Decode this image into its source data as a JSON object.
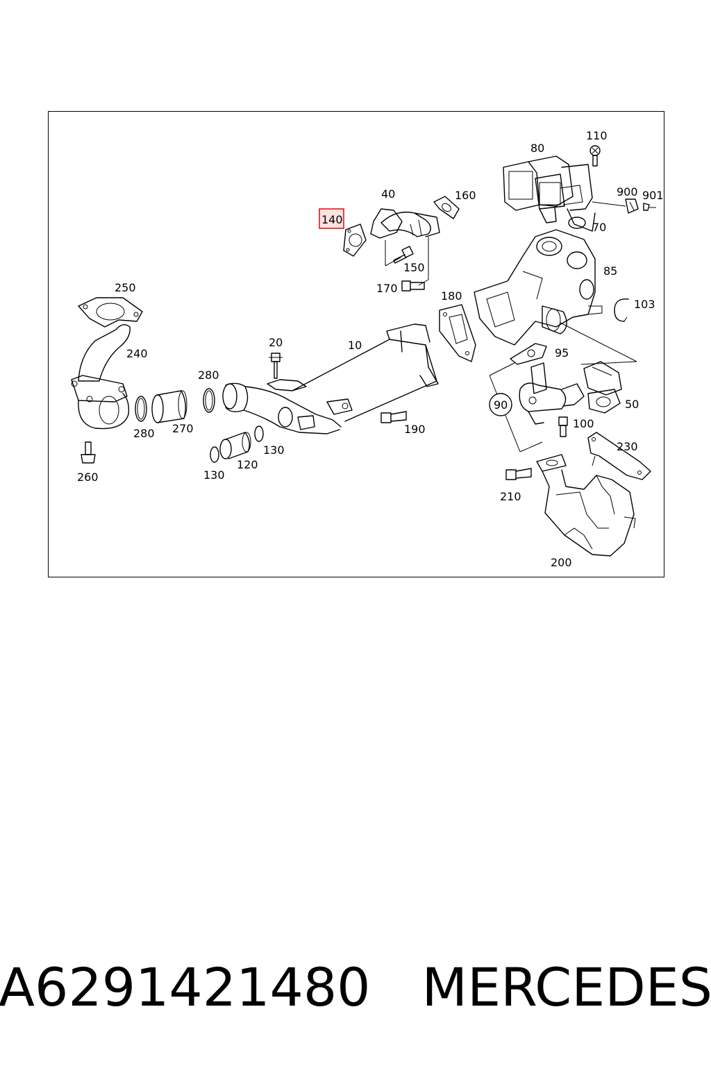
{
  "diagram": {
    "highlighted_part": "140",
    "labels": {
      "p10": "10",
      "p20": "20",
      "p40": "40",
      "p50": "50",
      "p70": "70",
      "p80": "80",
      "p85": "85",
      "p90": "90",
      "p95": "95",
      "p100": "100",
      "p103": "103",
      "p110": "110",
      "p120": "120",
      "p130a": "130",
      "p130b": "130",
      "p140": "140",
      "p150": "150",
      "p160": "160",
      "p170": "170",
      "p180": "180",
      "p190": "190",
      "p200": "200",
      "p210": "210",
      "p230": "230",
      "p240": "240",
      "p250": "250",
      "p260": "260",
      "p270": "270",
      "p280a": "280",
      "p280b": "280",
      "p900": "900",
      "p901": "901"
    }
  },
  "caption": {
    "part_number": "A6291421480",
    "brand": "MERCEDES"
  },
  "colors": {
    "highlight_border": "#e01818",
    "highlight_fill": "#fde2e2",
    "line": "#000000",
    "background": "#ffffff"
  }
}
